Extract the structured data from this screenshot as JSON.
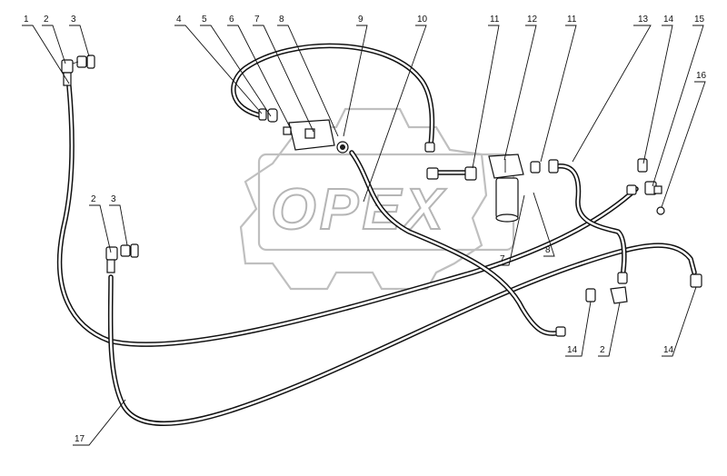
{
  "watermark": {
    "text": "OPEX"
  },
  "callouts": {
    "c1": "1",
    "c2": "2",
    "c3": "3",
    "c4": "4",
    "c5": "5",
    "c6": "6",
    "c7": "7",
    "c8": "8",
    "c9": "9",
    "c10": "10",
    "c11": "11",
    "c12": "12",
    "c11b": "11",
    "c13": "13",
    "c14a": "14",
    "c15": "15",
    "c16": "16",
    "c2b": "2",
    "c3b": "3",
    "c7b": "7",
    "c8b": "8",
    "c14b": "14",
    "c2c": "2",
    "c14c": "14",
    "c17": "17"
  }
}
